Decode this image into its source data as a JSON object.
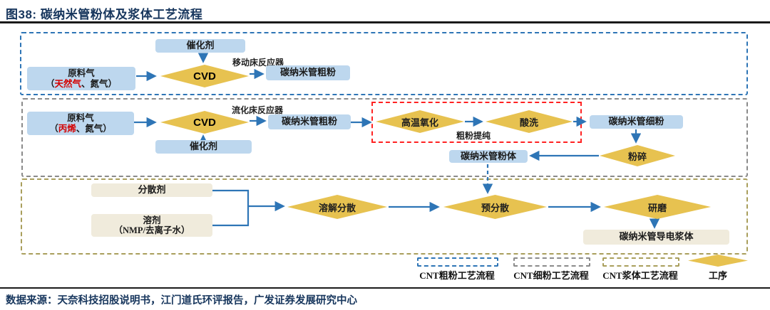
{
  "figure": {
    "title": "图38:  碳纳米管粉体及浆体工艺流程",
    "source": "数据来源：天奈科技招股说明书，江门道氏环评报告，广发证券发展研究中心"
  },
  "coarse_flow": {
    "feed_title": "原料气",
    "feed_paren_open": "（",
    "feed_highlight": "天然气",
    "feed_paren_rest": "、氮气）",
    "catalyst": "催化剂",
    "cvd": "CVD",
    "reactor": "移动床反应器",
    "output": "碳纳米管粗粉"
  },
  "fine_flow": {
    "feed_title": "原料气",
    "feed_paren_open": "（",
    "feed_highlight": "丙烯",
    "feed_paren_rest": "、氮气）",
    "catalyst": "催化剂",
    "cvd": "CVD",
    "reactor": "流化床反应器",
    "coarse_powder": "碳纳米管粗粉",
    "oxidation": "高温氧化",
    "acid_wash": "酸洗",
    "purify": "粗粉提纯",
    "fine_powder": "碳纳米管细粉",
    "crush": "粉碎",
    "powder": "碳纳米管粉体"
  },
  "slurry_flow": {
    "dispersant": "分散剂",
    "solvent_title": "溶剂",
    "solvent_sub": "（NMP/去离子水）",
    "dissolve": "溶解分散",
    "pre_disperse": "预分散",
    "grind": "研磨",
    "output": "碳纳米管导电浆体"
  },
  "legend": {
    "coarse": "CNT粗粉工艺流程",
    "fine": "CNT细粉工艺流程",
    "slurry": "CNT浆体工艺流程",
    "process": "工序"
  },
  "colors": {
    "node_blue": "#BDD7EE",
    "node_gold": "#E7C250",
    "node_tan": "#F0EBDC",
    "arrow_blue": "#2E75B6",
    "coarse_flow_border": "#2E75B6",
    "fine_flow_border": "#8A8A8A",
    "slurry_flow_border": "#A99E5B",
    "purify_border": "#FF2222",
    "title_navy": "#17365D",
    "highlight_red": "#D40000"
  }
}
